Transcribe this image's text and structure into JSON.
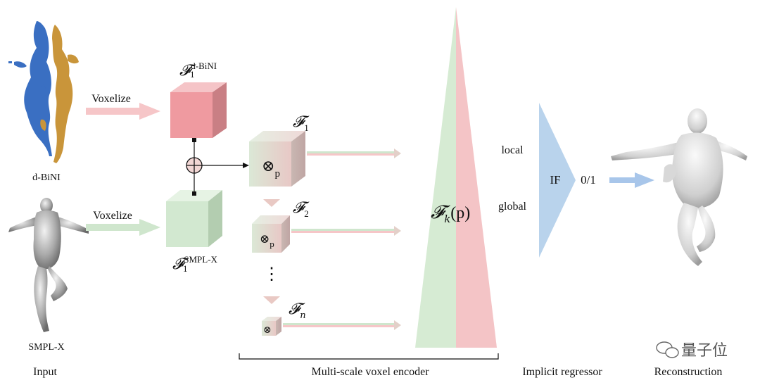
{
  "labels": {
    "dbini": "d-BiNI",
    "smplx": "SMPL-X",
    "voxelize_top": "Voxelize",
    "voxelize_bottom": "Voxelize",
    "local": "local",
    "global": "global",
    "if": "IF",
    "occupancy": "0/1",
    "input": "Input",
    "encoder": "Multi-scale voxel encoder",
    "regressor": "Implicit regressor",
    "reconstruction": "Reconstruction",
    "watermark": "量子位"
  },
  "math": {
    "f_script": "𝓕",
    "sub_1": "1",
    "sub_2": "2",
    "sub_n": "n",
    "sub_k": "k",
    "sup_dbini": "d-BiNI",
    "sup_smplx": "SMPL-X",
    "otimes": "⊗",
    "p": "p",
    "fk_arg": "(p)",
    "vdots": "⋮"
  },
  "colors": {
    "pink_front": "#ef9aa0",
    "pink_top": "#f5c4c7",
    "pink_side": "#c97f84",
    "green_front": "#d2e8d0",
    "green_top": "#e6f3e4",
    "green_side": "#b3cdb0",
    "pink_arrow": "#f6c6c8",
    "green_arrow": "#cfe6cd",
    "blue_if": "#b9d3ec",
    "blue_arrow": "#a8c6ea",
    "tri_green": "#d6ebd3",
    "tri_pink": "#f4c4c6",
    "dbini_blue": "#3a6fc2",
    "dbini_gold": "#c9953a"
  }
}
